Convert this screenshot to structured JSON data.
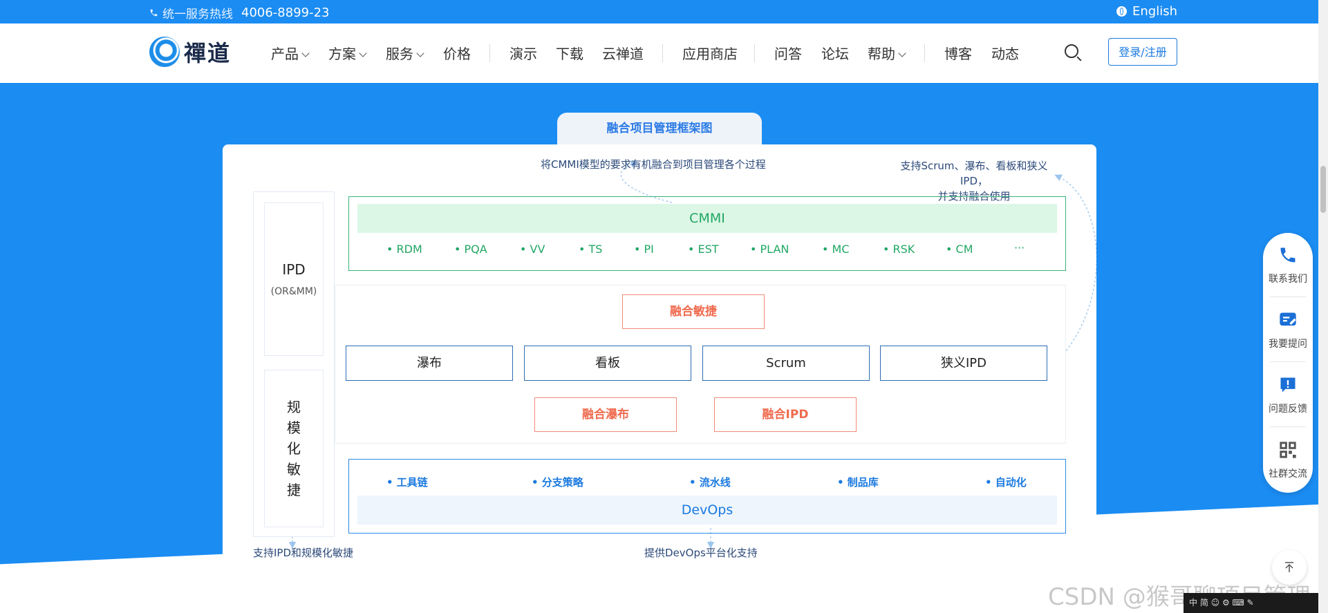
{
  "topbar": {
    "hotline_label": "统一服务热线",
    "hotline_number": "4006-8899-23",
    "language": "English"
  },
  "nav": {
    "logo_text": "禪道",
    "items": [
      {
        "label": "产品",
        "dropdown": true
      },
      {
        "label": "方案",
        "dropdown": true
      },
      {
        "label": "服务",
        "dropdown": true
      },
      {
        "label": "价格",
        "dropdown": false
      },
      {
        "label": "演示",
        "dropdown": false
      },
      {
        "label": "下载",
        "dropdown": false
      },
      {
        "label": "云禅道",
        "dropdown": false
      },
      {
        "label": "应用商店",
        "dropdown": false
      },
      {
        "label": "问答",
        "dropdown": false
      },
      {
        "label": "论坛",
        "dropdown": false
      },
      {
        "label": "帮助",
        "dropdown": true
      },
      {
        "label": "博客",
        "dropdown": false
      },
      {
        "label": "动态",
        "dropdown": false
      }
    ],
    "login": "登录/注册"
  },
  "diagram": {
    "tab_title": "融合项目管理框架图",
    "note_cmmi": "将CMMI模型的要求有机融合到项目管理各个过程",
    "note_agile_line1": "支持Scrum、瀑布、看板和狭义IPD，",
    "note_agile_line2": "并支持融合使用",
    "ipd_title": "IPD",
    "ipd_sub": "(OR&MM)",
    "scaled_agile": [
      "规",
      "模",
      "化",
      "敏",
      "捷"
    ],
    "cmmi_title": "CMMI",
    "cmmi_items": [
      "• RDM",
      "• PQA",
      "• VV",
      "• TS",
      "• PI",
      "• EST",
      "• PLAN",
      "• MC",
      "• RSK",
      "• CM",
      "···"
    ],
    "fusion_agile": "融合敏捷",
    "methods": [
      "瀑布",
      "看板",
      "Scrum",
      "狭义IPD"
    ],
    "fusion_waterfall": "融合瀑布",
    "fusion_ipd": "融合IPD",
    "devops_items": [
      "• 工具链",
      "• 分支策略",
      "• 流水线",
      "• 制品库",
      "• 自动化"
    ],
    "devops_title": "DevOps",
    "note_ipd": "支持IPD和规模化敏捷",
    "note_devops": "提供DevOps平台化支持"
  },
  "float": {
    "items": [
      {
        "label": "联系我们",
        "icon": "phone-icon"
      },
      {
        "label": "我要提问",
        "icon": "question-edit-icon"
      },
      {
        "label": "问题反馈",
        "icon": "feedback-icon"
      },
      {
        "label": "社群交流",
        "icon": "qrcode-icon"
      }
    ]
  },
  "watermark": "CSDN @猴哥聊项目管理",
  "ime": "中 简 ☺ ⚙ ⌨ ✎"
}
